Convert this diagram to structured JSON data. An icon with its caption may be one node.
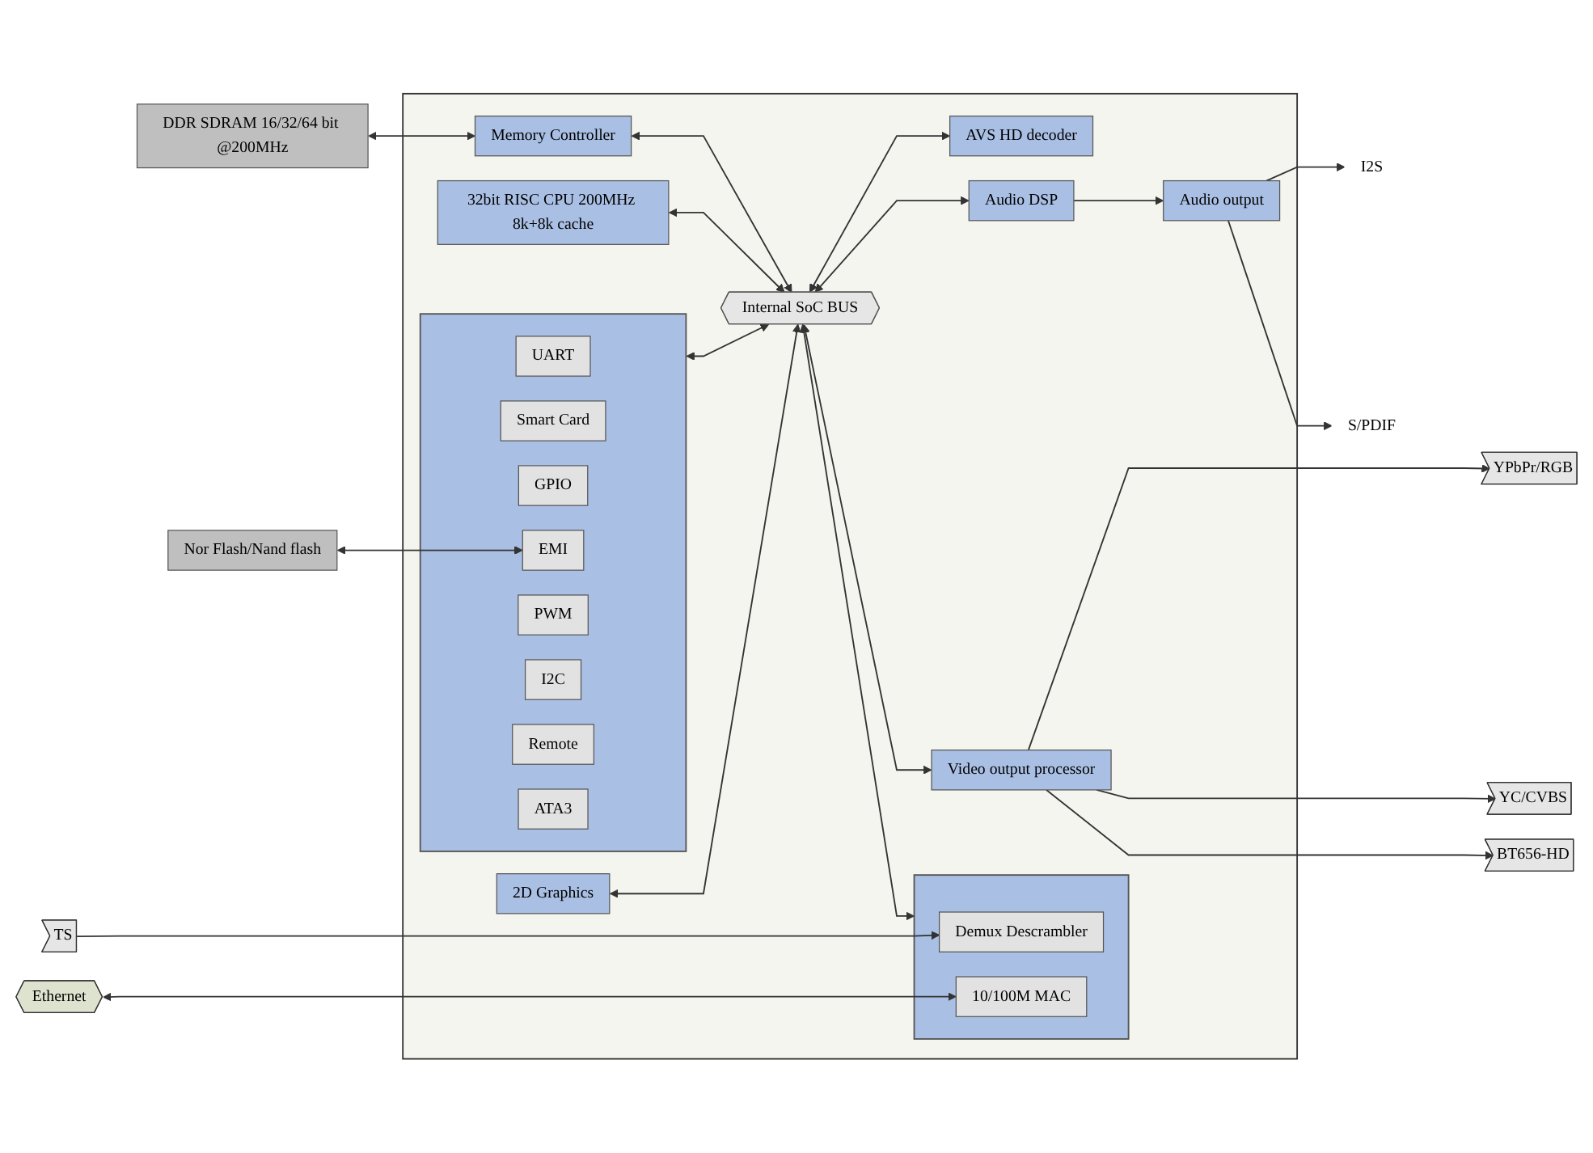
{
  "diagram": {
    "nodes": [
      {
        "text": [
          "DDR SDRAM 16/32/64 bit @200MHz"
        ]
      },
      {
        "text": [
          "Nor Flash/Nand flash"
        ]
      },
      {
        "text": [],
        "shape": "box"
      },
      {
        "text": [
          "32bit RISC CPU 200MHz 8k+8k cache"
        ],
        "in": 2
      },
      {
        "text": [
          "Memory Controller"
        ],
        "in": 2
      },
      {
        "text": [
          "2D Graphics"
        ],
        "in": 2
      },
      {
        "text": [],
        "shape": "box",
        "in": 2
      },
      {
        "text": [
          "UART"
        ],
        "in": 6
      },
      {
        "text": [
          "Smart Card"
        ],
        "in": 6
      },
      {
        "text": [
          "GPIO"
        ],
        "in": 6
      },
      {
        "text": [
          "EMI"
        ],
        "in": 6
      },
      {
        "text": [
          "PWM"
        ],
        "in": 6
      },
      {
        "text": [
          "I2C"
        ],
        "in": 6
      },
      {
        "text": [
          "Remote"
        ],
        "in": 6
      },
      {
        "text": [
          "ATA3"
        ],
        "in": 6
      },
      {
        "text": [
          "Internal SoC BUS"
        ],
        "in": 2
      },
      {
        "text": [],
        "shape": "box",
        "in": 2
      },
      {
        "text": [
          "Demux Descrambler"
        ],
        "in": 16
      },
      {
        "text": [
          "10/100M MAC"
        ],
        "in": 16
      },
      {
        "text": [
          "AVS HD decoder"
        ],
        "in": 2
      },
      {
        "text": [
          "Audio DSP"
        ],
        "in": 2
      },
      {
        "text": [
          "Video output processor"
        ],
        "in": 2
      },
      {
        "text": [
          "Audio output"
        ],
        "in": 2
      },
      {
        "text": [
          "TS"
        ]
      },
      {
        "text": [
          "Ethernet"
        ]
      },
      {
        "text": [
          "YPbPr/RGB"
        ]
      },
      {
        "text": [
          "YC/CVBS"
        ]
      },
      {
        "text": [
          "BT656-HD"
        ]
      },
      {
        "text": [
          "I2S"
        ]
      },
      {
        "text": [
          "S/PDIF"
        ]
      }
    ],
    "edges": [
      {
        "from": 0,
        "to": 4,
        "arrow": "both"
      },
      {
        "from": 1,
        "to": 10,
        "arrow": "both"
      },
      {
        "from": 3,
        "to": 15,
        "arrow": "both"
      },
      {
        "from": 4,
        "to": 15,
        "arrow": "both"
      },
      {
        "from": 5,
        "to": 15,
        "arrow": "both"
      },
      {
        "from": 6,
        "to": 15,
        "arrow": "both"
      },
      {
        "from": 15,
        "to": 16,
        "arrow": "both"
      },
      {
        "from": 15,
        "to": 19,
        "arrow": "both"
      },
      {
        "from": 15,
        "to": 20,
        "arrow": "both"
      },
      {
        "from": 15,
        "to": 21,
        "arrow": "both"
      },
      {
        "from": 20,
        "to": 22,
        "arrow": "to"
      },
      {
        "from": 23,
        "to": 17,
        "arrow": "to"
      },
      {
        "from": 24,
        "to": 18,
        "arrow": "both"
      },
      {
        "from": 21,
        "to": 25,
        "arrow": "to"
      },
      {
        "from": 21,
        "to": 26,
        "arrow": "to"
      },
      {
        "from": 21,
        "to": 27,
        "arrow": "to"
      },
      {
        "from": 22,
        "to": 28,
        "arrow": "to"
      },
      {
        "from": 22,
        "to": 29,
        "arrow": "to"
      }
    ]
  }
}
